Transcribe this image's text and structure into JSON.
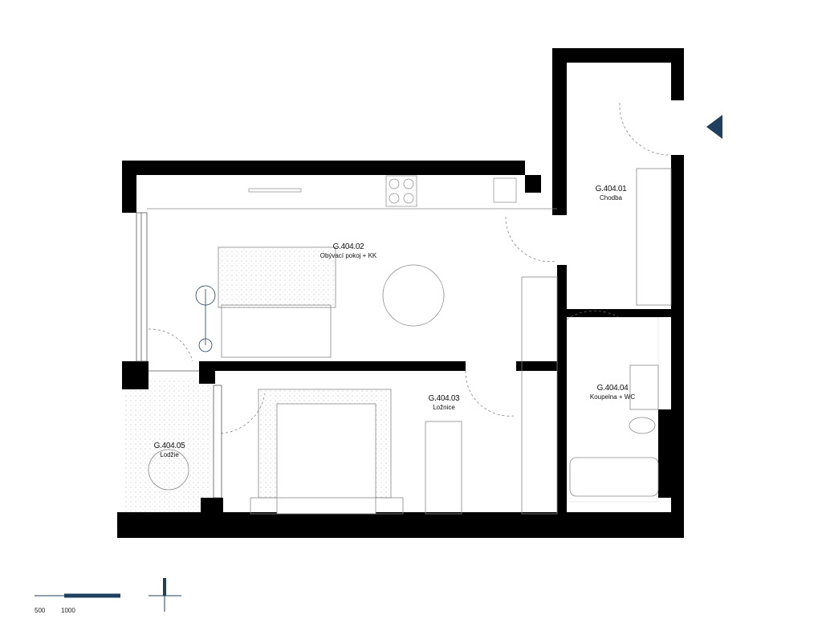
{
  "rooms": [
    {
      "code": "G.404.01",
      "name": "Chodba"
    },
    {
      "code": "G.404.02",
      "name": "Obývací pokoj + KK"
    },
    {
      "code": "G.404.03",
      "name": "Ložnice"
    },
    {
      "code": "G.404.04",
      "name": "Koupelna + WC"
    },
    {
      "code": "G.404.05",
      "name": "Lodžie"
    }
  ],
  "scale_bar": {
    "labels": [
      "500",
      "1000"
    ]
  },
  "colors": {
    "wall": "#000000",
    "accent": "#1f3f5e",
    "line": "#9aa4ad",
    "floor_texture": "#cfcfcf"
  },
  "icons": [
    "entrance-arrow-icon",
    "north-arrow-icon"
  ]
}
